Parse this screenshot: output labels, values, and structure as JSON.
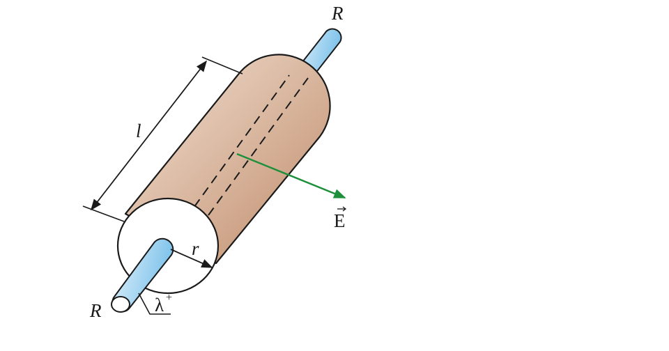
{
  "labels": {
    "wire_top": "R",
    "wire_bottom": "R",
    "length": "l",
    "radius": "r",
    "field": "E",
    "charge_symbol": "λ",
    "charge_sign": "+"
  },
  "colors": {
    "cylinder_light": "#f3e3d6",
    "cylinder_dark": "#bf8a68",
    "wire_light": "#e4f3fc",
    "wire_dark": "#7bc1ea",
    "field_arrow": "#1e8f3a",
    "outline": "#1a1a1a"
  }
}
